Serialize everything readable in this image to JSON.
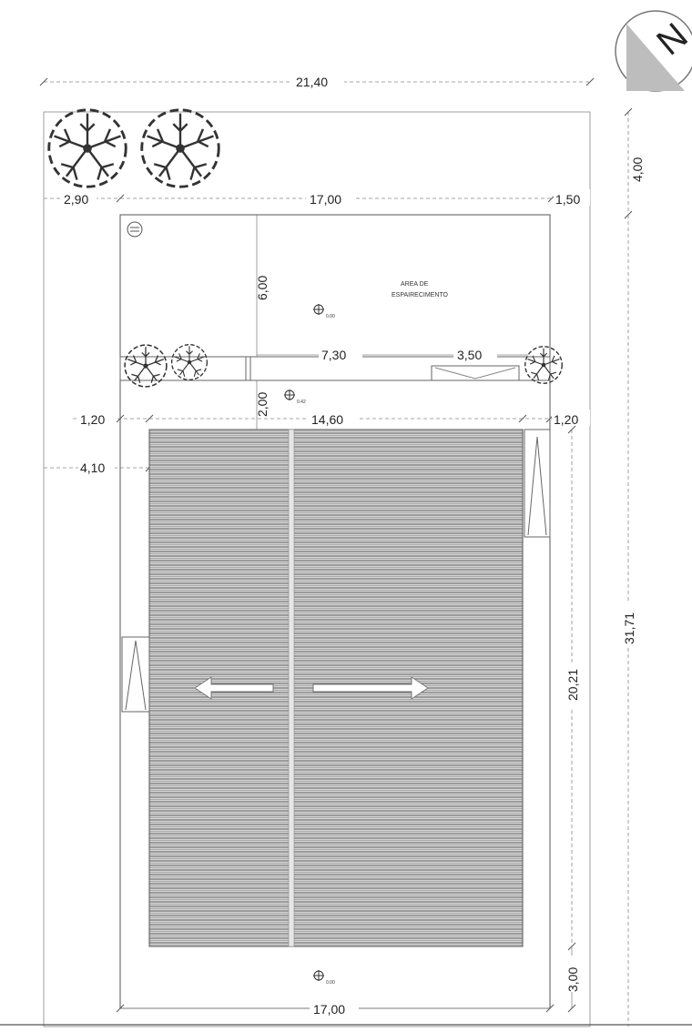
{
  "north_label": "N",
  "dimensions": {
    "overall_width": "21,40",
    "front_setback": "4,00",
    "left_margin": "2,90",
    "building_width": "17,00",
    "right_margin": "1,50",
    "garden_depth": "6,00",
    "span_a": "7,30",
    "span_b": "3,50",
    "corridor": "2,00",
    "left_gap": "1,20",
    "roof_width": "14,60",
    "right_gap": "1,20",
    "left_offset": "4,10",
    "overall_depth": "31,71",
    "roof_depth": "20,21",
    "rear_setback": "3,00",
    "bottom_width": "17,00"
  },
  "labels": {
    "area_line1": "AREA DE",
    "area_line2": "ESPAIRECIMENTO"
  },
  "levels": {
    "level_1": "0.00",
    "level_2": "0.42",
    "level_3": "0.00"
  },
  "colors": {
    "line": "#555555",
    "roof_fill": "#c8c8c8",
    "roof_stripe": "#7a7a7a",
    "north_fill": "#bdbdbd"
  }
}
